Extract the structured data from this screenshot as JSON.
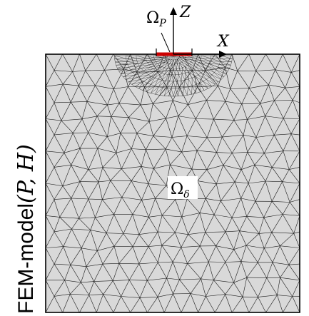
{
  "labels": {
    "domain_sub": "Ω",
    "domain_subscript": "δ",
    "load_region": "Ω",
    "load_region_subscript": "P",
    "axis_x": "X",
    "axis_z": "Z",
    "model_caption_prefix": "FEM-model",
    "model_caption_args": "(P, H)"
  },
  "colors": {
    "mesh_fill": "#d9d9d9",
    "mesh_edge": "#1a1a1a",
    "load_patch": "#cc0000",
    "border": "#000000",
    "text": "#000000"
  },
  "icons": {
    "x_axis": "arrow-right-icon",
    "z_axis": "arrow-up-icon"
  }
}
